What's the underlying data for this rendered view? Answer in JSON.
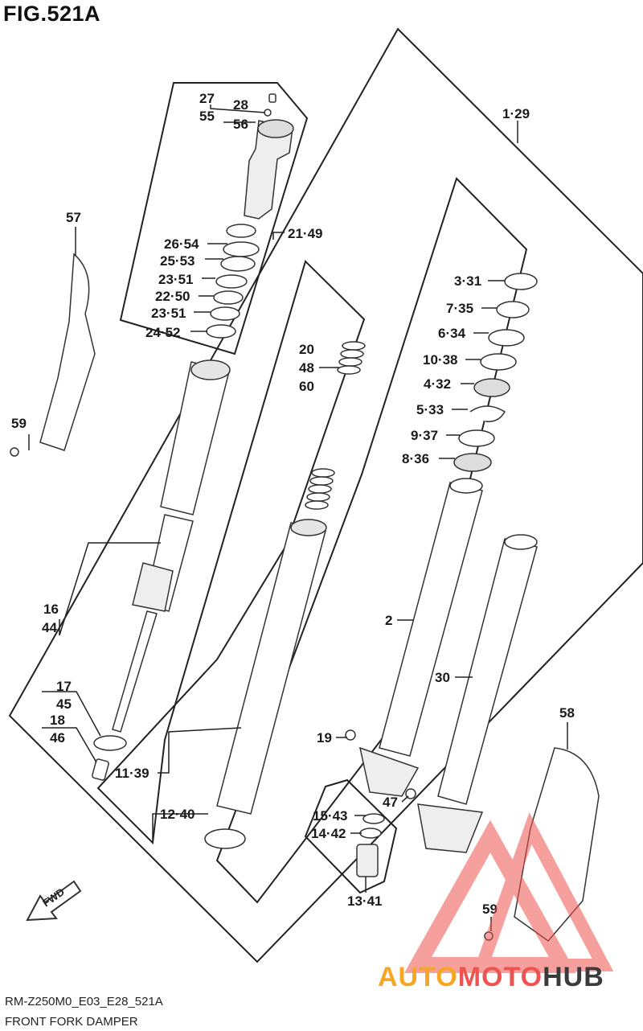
{
  "figure": {
    "title": "FIG.521A",
    "code": "RM-Z250M0_E03_E28_521A",
    "name": "FRONT FORK DAMPER"
  },
  "watermark": {
    "part1": "AUTO",
    "part2": "MOTO",
    "part3": "HUB",
    "colors": {
      "auto": "#f6a623",
      "moto": "#ef5350",
      "hub": "#3b3b3b",
      "logo": "#ef5350"
    }
  },
  "fwd_label": "FWD",
  "callouts": [
    {
      "id": "27",
      "text": "27"
    },
    {
      "id": "55",
      "text": "55"
    },
    {
      "id": "28",
      "text": "28"
    },
    {
      "id": "56",
      "text": "56"
    },
    {
      "id": "1-29",
      "text": "1·29"
    },
    {
      "id": "57",
      "text": "57"
    },
    {
      "id": "26-54",
      "text": "26·54"
    },
    {
      "id": "21-49",
      "text": "21·49"
    },
    {
      "id": "25-53",
      "text": "25·53"
    },
    {
      "id": "23-51a",
      "text": "23·51"
    },
    {
      "id": "22-50",
      "text": "22·50"
    },
    {
      "id": "23-51b",
      "text": "23·51"
    },
    {
      "id": "24-52",
      "text": "24·52"
    },
    {
      "id": "3-31",
      "text": "3·31"
    },
    {
      "id": "7-35",
      "text": "7·35"
    },
    {
      "id": "6-34",
      "text": "6·34"
    },
    {
      "id": "20",
      "text": "20"
    },
    {
      "id": "48",
      "text": "48"
    },
    {
      "id": "60",
      "text": "60"
    },
    {
      "id": "10-38",
      "text": "10·38"
    },
    {
      "id": "4-32",
      "text": "4·32"
    },
    {
      "id": "5-33",
      "text": "5·33"
    },
    {
      "id": "59a",
      "text": "59"
    },
    {
      "id": "9-37",
      "text": "9·37"
    },
    {
      "id": "8-36",
      "text": "8·36"
    },
    {
      "id": "16",
      "text": "16"
    },
    {
      "id": "44",
      "text": "44"
    },
    {
      "id": "2",
      "text": "2"
    },
    {
      "id": "30",
      "text": "30"
    },
    {
      "id": "17",
      "text": "17"
    },
    {
      "id": "45",
      "text": "45"
    },
    {
      "id": "18",
      "text": "18"
    },
    {
      "id": "46",
      "text": "46"
    },
    {
      "id": "58",
      "text": "58"
    },
    {
      "id": "19",
      "text": "19"
    },
    {
      "id": "11-39",
      "text": "11·39"
    },
    {
      "id": "47",
      "text": "47"
    },
    {
      "id": "15-43",
      "text": "15·43"
    },
    {
      "id": "12-40",
      "text": "12·40"
    },
    {
      "id": "14-42",
      "text": "14·42"
    },
    {
      "id": "13-41",
      "text": "13·41"
    },
    {
      "id": "59b",
      "text": "59"
    }
  ]
}
